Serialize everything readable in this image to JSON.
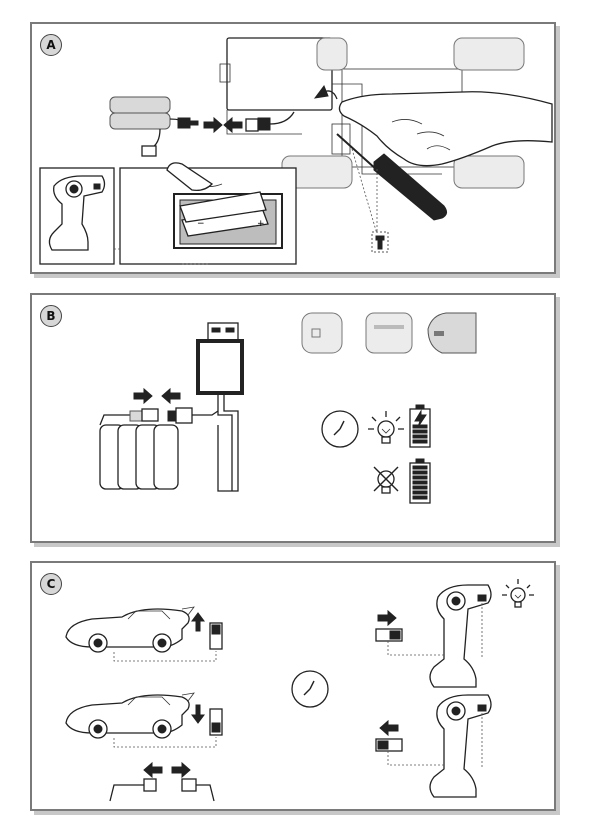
{
  "panels": [
    {
      "id": "A",
      "label": "A"
    },
    {
      "id": "B",
      "label": "B"
    },
    {
      "id": "C",
      "label": "C"
    }
  ],
  "battery_polarity": {
    "plus": "+",
    "minus": "−"
  }
}
